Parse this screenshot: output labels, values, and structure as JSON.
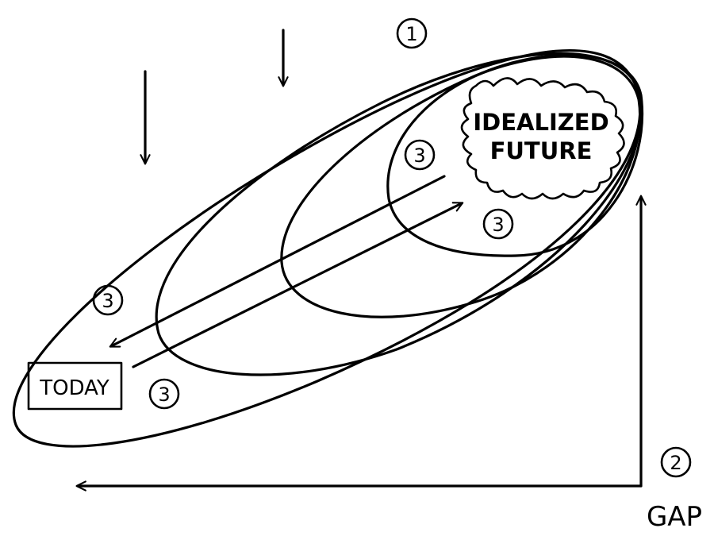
{
  "labels": {
    "today": "TODAY",
    "idealized_line1": "IDEALIZED",
    "idealized_line2": "FUTURE",
    "gap": "GAP"
  },
  "markers": {
    "one": "1",
    "two": "2",
    "three": "3"
  },
  "colors": {
    "ink": "#000000",
    "background": "#ffffff"
  }
}
